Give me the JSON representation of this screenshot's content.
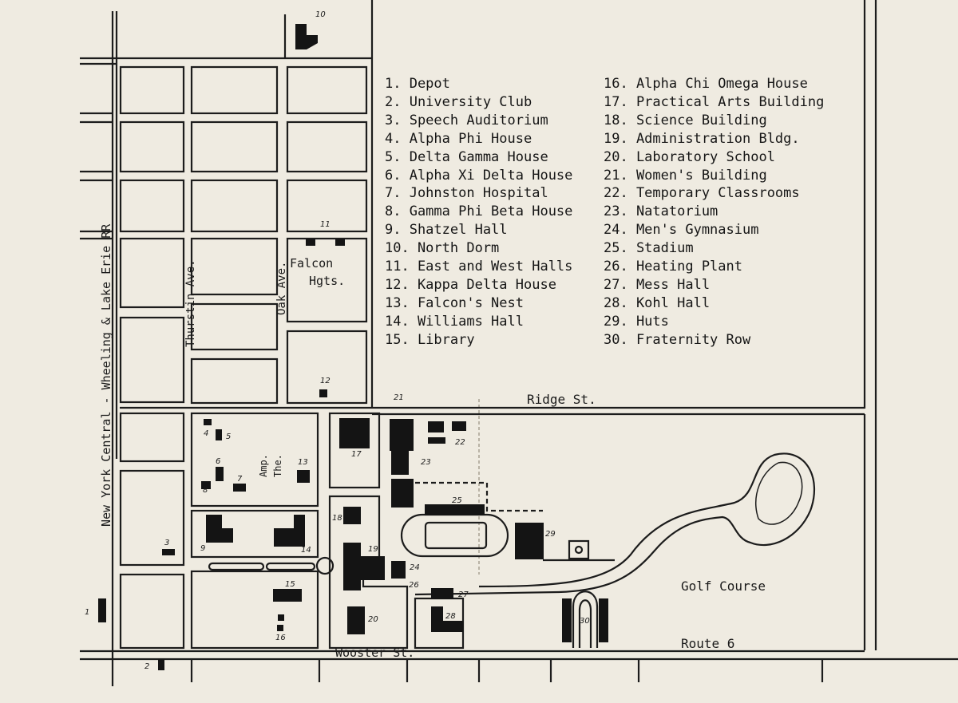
{
  "legend": {
    "left": [
      "1. Depot",
      "2. University Club",
      "3. Speech Auditorium",
      "4. Alpha Phi House",
      "5. Delta Gamma House",
      "6. Alpha Xi Delta House",
      "7. Johnston Hospital",
      "8. Gamma Phi Beta House",
      "9. Shatzel Hall",
      "10. North Dorm",
      "11. East and West Halls",
      "12. Kappa Delta House",
      "13. Falcon's Nest",
      "14. Williams Hall",
      "15. Library"
    ],
    "right": [
      "16. Alpha Chi Omega House",
      "17. Practical Arts Building",
      "18. Science Building",
      "19. Administration Bldg.",
      "20. Laboratory School",
      "21. Women's Building",
      "22. Temporary Classrooms",
      "23. Natatorium",
      "24. Men's Gymnasium",
      "25. Stadium",
      "26. Heating Plant",
      "27. Mess Hall",
      "28. Kohl Hall",
      "29. Huts",
      "30. Fraternity Row"
    ]
  },
  "labels": {
    "railroad": "New York Central - Wheeling & Lake Erie RR",
    "thurstin": "Thurstin Ave.",
    "oak": "Oak Ave.",
    "falcon_1": "Falcon",
    "falcon_2": "Hgts.",
    "ridge": "Ridge St.",
    "wooster": "Wooster St.",
    "golf": "Golf Course",
    "route": "Route 6",
    "amp_1": "Amp.",
    "amp_2": "The."
  },
  "markers": [
    "1",
    "2",
    "3",
    "4",
    "5",
    "6",
    "7",
    "8",
    "9",
    "10",
    "11",
    "12",
    "13",
    "14",
    "15",
    "16",
    "17",
    "18",
    "19",
    "20",
    "21",
    "22",
    "23",
    "24",
    "25",
    "26",
    "27",
    "28",
    "29",
    "30"
  ]
}
